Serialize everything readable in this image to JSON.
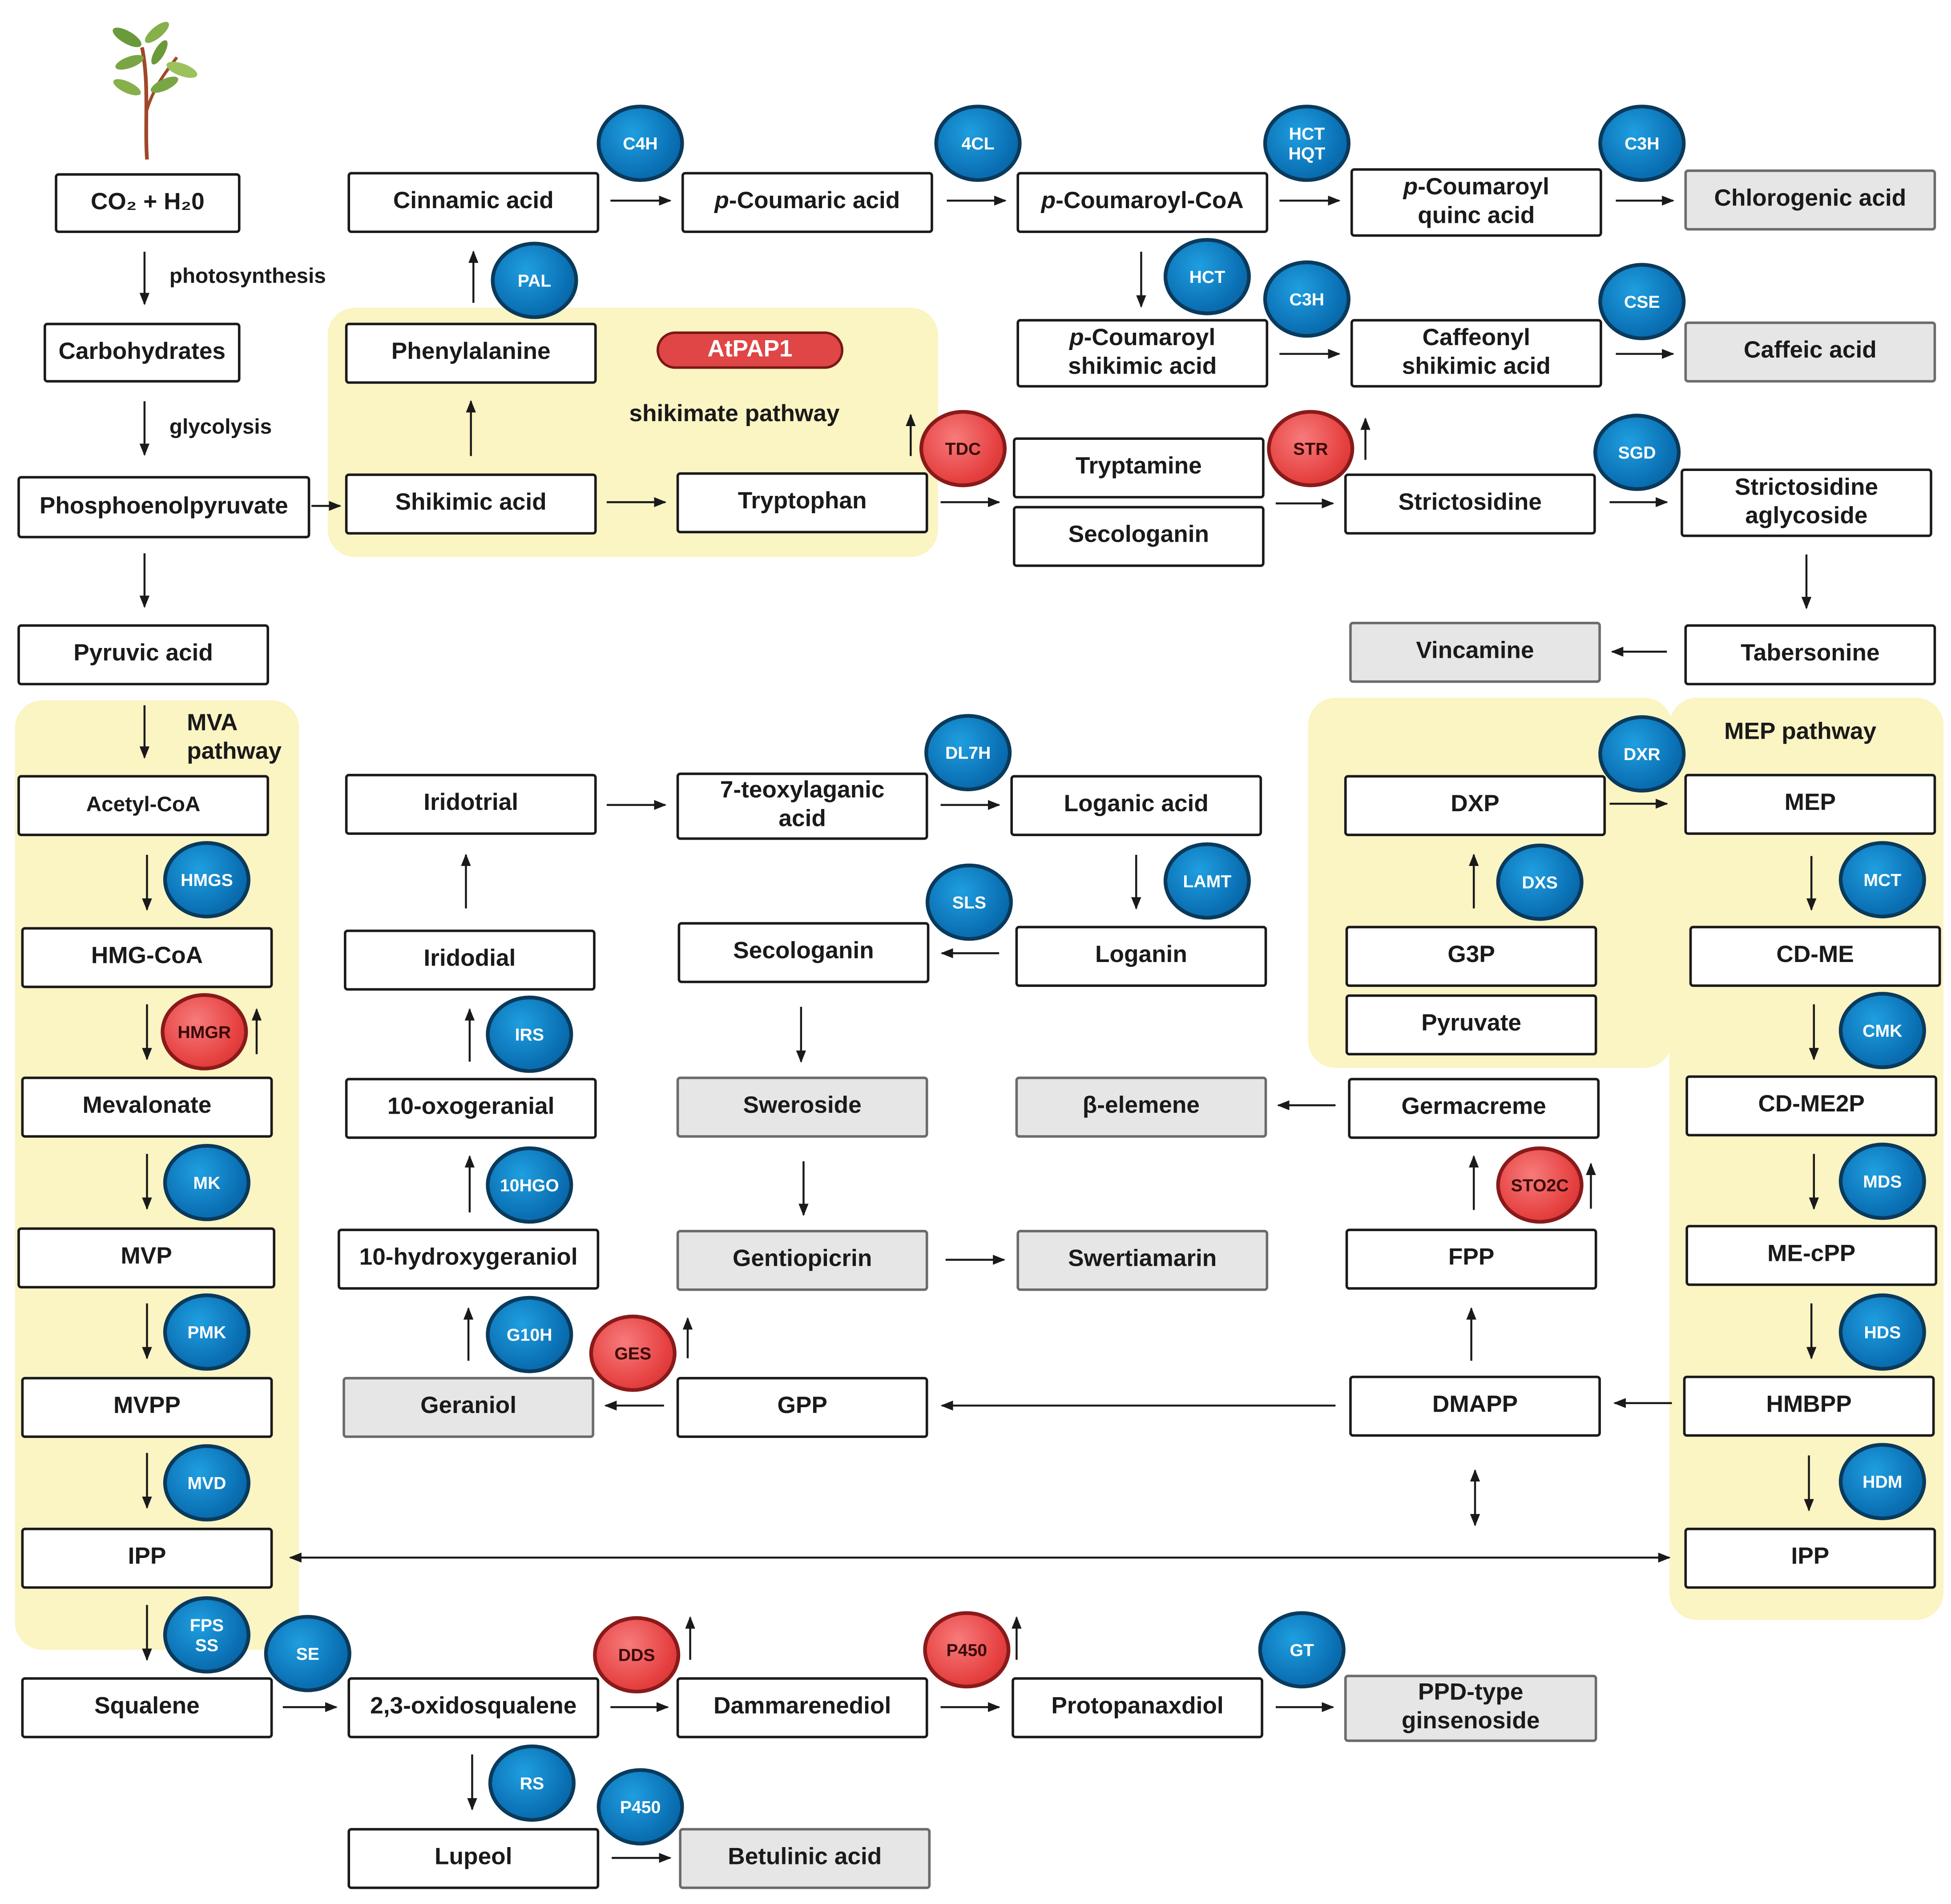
{
  "pathways": {
    "mva": "MVA\npathway",
    "mep": "MEP pathway",
    "shikimate": "shikimate pathway",
    "regulator": "AtPAP1"
  },
  "process_labels": {
    "photosynthesis": "photosynthesis",
    "glycolysis": "glycolysis"
  },
  "metabolites": {
    "co2_h2o": "CO₂ + H₂0",
    "carbohydrates": "Carbohydrates",
    "pep": "Phosphoenolpyruvate",
    "pyruvic_acid": "Pyruvic acid",
    "acetyl_coa": "Acetyl-CoA",
    "hmg_coa": "HMG-CoA",
    "mevalonate": "Mevalonate",
    "mvp": "MVP",
    "mvpp": "MVPP",
    "ipp_mva": "IPP",
    "squalene": "Squalene",
    "oxidosqualene": "2,3-oxidosqualene",
    "lupeol": "Lupeol",
    "betulinic_acid": "Betulinic acid",
    "dammarenediol": "Dammarenediol",
    "protopanaxdiol": "Protopanaxdiol",
    "ppd_ginsenoside": "PPD-type\nginsenoside",
    "cinnamic_acid": "Cinnamic acid",
    "p_coumaric_acid_prefix": "p",
    "p_coumaric_acid": "-Coumaric acid",
    "p_coumaroyl_coa_prefix": "p",
    "p_coumaroyl_coa": "-Coumaroyl-CoA",
    "p_coumaroyl_quinic_prefix": "p",
    "p_coumaroyl_quinic": "-Coumaroyl\nquinc acid",
    "chlorogenic_acid": "Chlorogenic acid",
    "p_coumaroyl_shikimic_prefix": "p",
    "p_coumaroyl_shikimic": "-Coumaroyl\nshikimic acid",
    "caffeonyl_shikimic": "Caffeonyl\nshikimic acid",
    "caffeic_acid": "Caffeic acid",
    "phenylalanine": "Phenylalanine",
    "shikimic_acid": "Shikimic acid",
    "tryptophan": "Tryptophan",
    "tryptamine": "Tryptamine",
    "secologanin_top": "Secologanin",
    "strictosidine": "Strictosidine",
    "strictosidine_aglycoside": "Strictosidine\naglycoside",
    "tabersonine": "Tabersonine",
    "vincamine": "Vincamine",
    "iridotrial": "Iridotrial",
    "iridodial": "Iridodial",
    "oxogeranial": "10-oxogeranial",
    "hydroxygeraniol": "10-hydroxygeraniol",
    "geraniol": "Geraniol",
    "teoxylaganic_acid": "7-teoxylaganic\nacid",
    "loganic_acid": "Loganic acid",
    "loganin": "Loganin",
    "secologanin_mid": "Secologanin",
    "sweroside": "Sweroside",
    "gentiopicrin": "Gentiopicrin",
    "swertiamarin": "Swertiamarin",
    "gpp": "GPP",
    "beta_elemene": "β-elemene",
    "germacreme": "Germacreme",
    "fpp": "FPP",
    "dmapp": "DMAPP",
    "dxp": "DXP",
    "g3p": "G3P",
    "pyruvate": "Pyruvate",
    "mep": "MEP",
    "cd_me": "CD-ME",
    "cd_me2p": "CD-ME2P",
    "me_cpp": "ME-cPP",
    "hmbpp": "HMBPP",
    "ipp_mep": "IPP"
  },
  "enzymes": {
    "c4h": "C4H",
    "fourcl": "4CL",
    "hct_hqt": "HCT\nHQT",
    "c3h_top": "C3H",
    "pal": "PAL",
    "hct": "HCT",
    "c3h_mid": "C3H",
    "cse": "CSE",
    "tdc": "TDC",
    "str": "STR",
    "sgd": "SGD",
    "hmgs": "HMGS",
    "hmgr": "HMGR",
    "mk": "MK",
    "pmk": "PMK",
    "mvd": "MVD",
    "fps_ss": "FPS\nSS",
    "se": "SE",
    "rs": "RS",
    "p450_betulinic": "P450",
    "dds": "DDS",
    "p450_ppd": "P450",
    "gt": "GT",
    "dl7h": "DL7H",
    "lamt": "LAMT",
    "sls": "SLS",
    "irs": "IRS",
    "tenhgo": "10HGO",
    "g10h": "G10H",
    "ges": "GES",
    "dxr": "DXR",
    "dxs": "DXS",
    "mct": "MCT",
    "cmk": "CMK",
    "mds": "MDS",
    "hds": "HDS",
    "hdm": "HDM",
    "sto2c": "STO2C"
  },
  "colors": {
    "highlight_bg": "#fbf4c3",
    "enzyme_blue": "#0a6fb3",
    "enzyme_red_upregulated": "#e64040",
    "product_box": "#e6e6e6"
  },
  "icons": [
    "seedling-icon"
  ]
}
